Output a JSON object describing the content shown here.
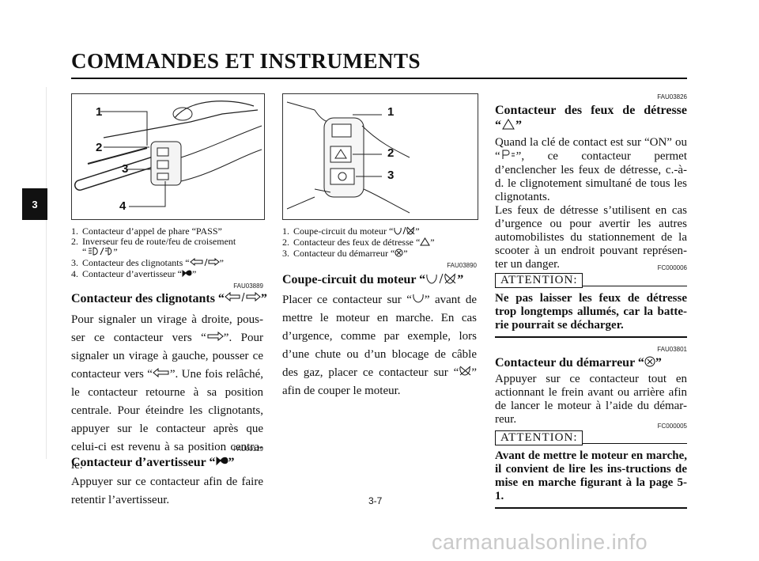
{
  "header": {
    "title": "COMMANDES ET INSTRUMENTS",
    "chapter_tab": "3"
  },
  "figure_left": {
    "callouts": [
      "1",
      "2",
      "3",
      "4"
    ]
  },
  "figure_mid": {
    "callouts": [
      "1",
      "2",
      "3"
    ]
  },
  "captions_left": [
    {
      "num": "1.",
      "before": "Contacteur d’appel de phare “PASS”",
      "after": ""
    },
    {
      "num": "2.",
      "before": "Inverseur feu de route/feu de croisement",
      "after": ""
    },
    {
      "num": "",
      "before": "“",
      "after": "”"
    },
    {
      "num": "3.",
      "before": "Contacteur des clignotants “",
      "after": "”"
    },
    {
      "num": "4.",
      "before": "Contacteur d’avertisseur “",
      "after": "”"
    }
  ],
  "captions_mid": [
    {
      "num": "1.",
      "before": "Coupe-circuit du moteur “",
      "after": "”"
    },
    {
      "num": "2.",
      "before": "Contacteur des feux de détresse “",
      "after": "”"
    },
    {
      "num": "3.",
      "before": "Contacteur du démarreur “",
      "after": "”"
    }
  ],
  "sections": {
    "clignotants": {
      "code": "FAU03889",
      "heading": "Contacteur des clignotants “",
      "heading_end": "”",
      "p1": "Pour signaler un virage à droite, pous-ser ce contacteur vers “",
      "p2": "”. Pour signaler un virage à gauche, pousser ce contacteur vers “",
      "p3": "”. Une fois relâché, le contacteur retourne à sa position centrale. Pour éteindre les clignotants, appuyer sur le contacteur après que celui-ci est revenu à sa position centra-le."
    },
    "avertisseur": {
      "code": "FAU00129",
      "heading": "Contacteur d’avertisseur “",
      "heading_end": "”",
      "text": "Appuyer sur ce contacteur afin de faire retentir l’avertisseur."
    },
    "coupe_circuit": {
      "code": "FAU03890",
      "heading": "Coupe-circuit du moteur “",
      "heading_end": "”",
      "p1": "Placer ce contacteur sur “",
      "p2": "” avant de mettre le moteur en marche. En cas d’urgence, comme par exemple, lors d’une chute ou d’un blocage de câble des gaz, placer ce contacteur sur “",
      "p3": "” afin de couper le moteur."
    },
    "detresse": {
      "code": "FAU03826",
      "heading": "Contacteur des feux de détresse",
      "heading2_before": "“",
      "heading2_after": "”",
      "p1": "Quand la clé de contact est sur “ON” ou “",
      "p2": "”, ce contacteur permet d’enclencher les feux de détresse, c.-à-d. le clignotement simultané de tous les clignotants.",
      "p3": "Les feux de détresse s’utilisent en cas d’urgence ou pour avertir les autres automobilistes du stationnement de la scooter à un endroit pouvant représen-ter un danger."
    },
    "attention1": {
      "code": "FC000006",
      "label": "ATTENTION:",
      "text": "Ne pas laisser les feux de détresse trop longtemps allumés, car la batte-rie pourrait se décharger."
    },
    "demarreur": {
      "code": "FAU03801",
      "heading": "Contacteur du démarreur “",
      "heading_end": "”",
      "text": "Appuyer sur ce contacteur tout en actionnant le frein avant ou arrière afin de lancer le moteur à l’aide du démar-reur."
    },
    "attention2": {
      "code": "FC000005",
      "label": "ATTENTION:",
      "text": "Avant de mettre le moteur en marche, il convient de lire les ins-tructions de mise en marche figurant à la page 5-1."
    }
  },
  "page_number": "3-7",
  "watermark": "carmanualsonline.info",
  "icons": {
    "turn": "turn-signal-arrows-icon",
    "horn": "horn-icon",
    "beam": "headlight-beam-icon",
    "run": "engine-run-icon",
    "stop": "engine-stop-icon",
    "hazard": "hazard-triangle-icon",
    "start": "starter-icon",
    "parking": "parking-key-icon"
  }
}
